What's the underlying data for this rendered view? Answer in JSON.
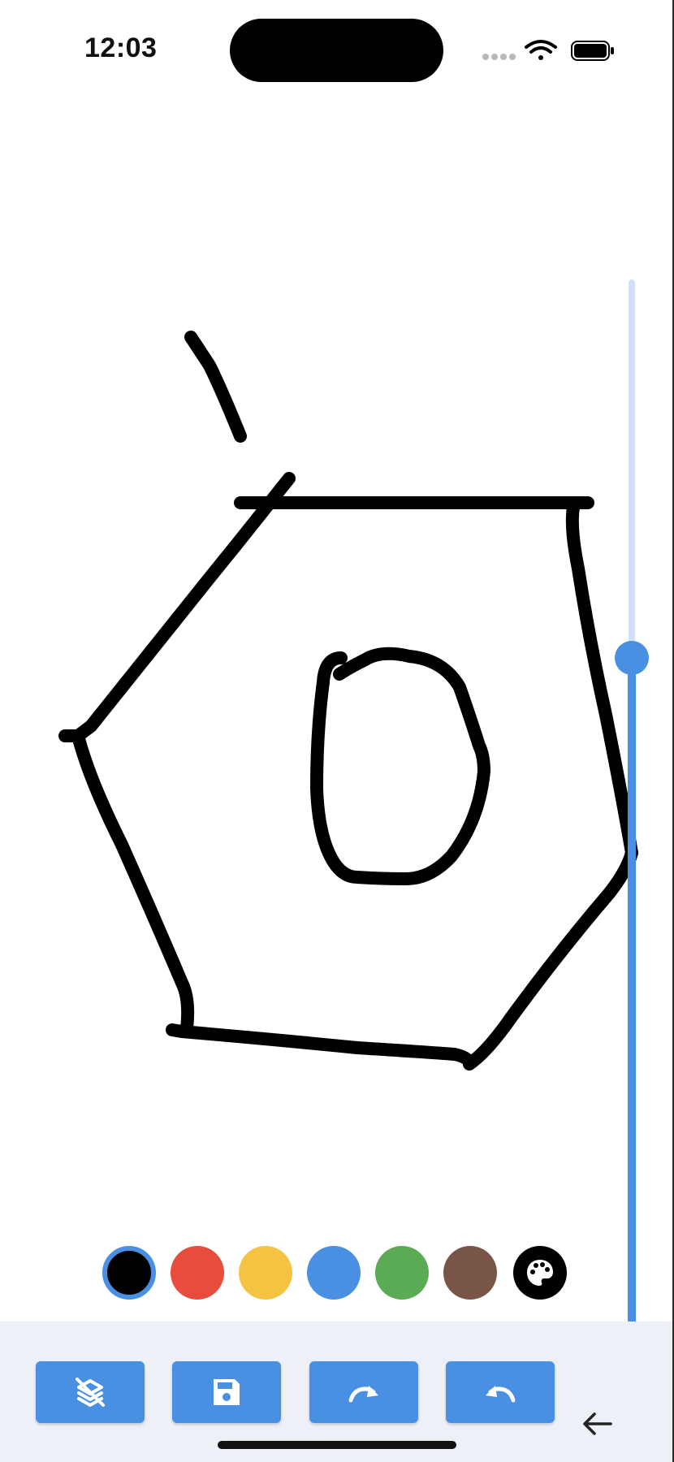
{
  "status_bar": {
    "time": "12:03",
    "signal_icon": "cellular-signal-icon",
    "wifi_icon": "wifi-icon",
    "battery_icon": "battery-icon"
  },
  "canvas": {
    "stroke_color": "#000000",
    "background_color": "#ffffff"
  },
  "stroke_width_slider": {
    "value_fraction": 0.5,
    "active_color": "#4a90e2",
    "inactive_color": "#cfe1f8"
  },
  "palette": {
    "colors": [
      {
        "name": "black",
        "hex": "#000000",
        "selected": true
      },
      {
        "name": "red",
        "hex": "#e74c3c",
        "selected": false
      },
      {
        "name": "yellow",
        "hex": "#f5c342",
        "selected": false
      },
      {
        "name": "blue",
        "hex": "#4a90e2",
        "selected": false
      },
      {
        "name": "green",
        "hex": "#5aab54",
        "selected": false
      },
      {
        "name": "brown",
        "hex": "#795548",
        "selected": false
      }
    ],
    "custom_picker_icon": "palette-icon"
  },
  "toolbar": {
    "buttons": [
      {
        "name": "clear-layers-button",
        "icon": "layers-clear-icon"
      },
      {
        "name": "save-button",
        "icon": "save-icon"
      },
      {
        "name": "redo-button",
        "icon": "redo-icon"
      },
      {
        "name": "undo-button",
        "icon": "undo-icon"
      }
    ],
    "back_icon": "arrow-back-icon",
    "accent": "#4a90e2",
    "background": "#eef0f7"
  }
}
